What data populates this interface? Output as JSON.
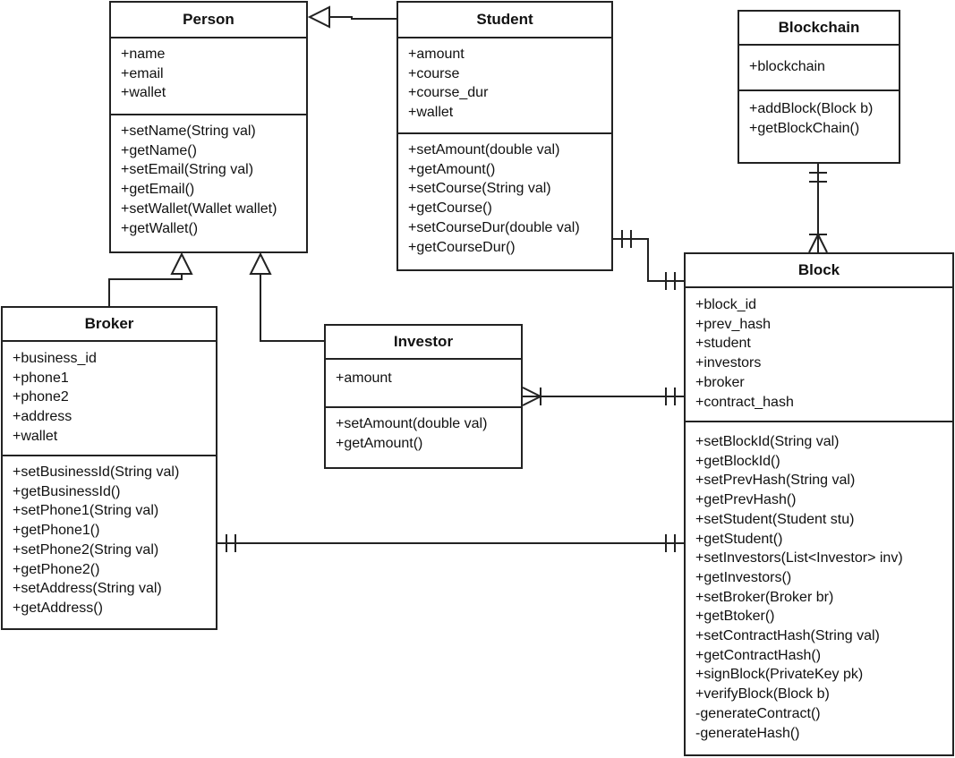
{
  "classes": {
    "person": {
      "name": "Person",
      "attributes": [
        "+name",
        "+email",
        "+wallet"
      ],
      "methods": [
        "+setName(String val)",
        "+getName()",
        "+setEmail(String val)",
        "+getEmail()",
        "+setWallet(Wallet wallet)",
        "+getWallet()"
      ]
    },
    "student": {
      "name": "Student",
      "attributes": [
        "+amount",
        "+course",
        "+course_dur",
        "+wallet"
      ],
      "methods": [
        "+setAmount(double val)",
        "+getAmount()",
        "+setCourse(String val)",
        "+getCourse()",
        "+setCourseDur(double val)",
        "+getCourseDur()"
      ]
    },
    "blockchain": {
      "name": "Blockchain",
      "attributes": [
        "+blockchain"
      ],
      "methods": [
        "+addBlock(Block b)",
        "+getBlockChain()"
      ]
    },
    "broker": {
      "name": "Broker",
      "attributes": [
        "+business_id",
        "+phone1",
        "+phone2",
        "+address",
        "+wallet"
      ],
      "methods": [
        "+setBusinessId(String val)",
        "+getBusinessId()",
        "+setPhone1(String val)",
        "+getPhone1()",
        "+setPhone2(String val)",
        "+getPhone2()",
        "+setAddress(String val)",
        "+getAddress()"
      ]
    },
    "investor": {
      "name": "Investor",
      "attributes": [
        "+amount"
      ],
      "methods": [
        "+setAmount(double val)",
        "+getAmount()"
      ]
    },
    "block": {
      "name": "Block",
      "attributes": [
        "+block_id",
        "+prev_hash",
        "+student",
        "+investors",
        "+broker",
        "+contract_hash"
      ],
      "methods": [
        "+setBlockId(String val)",
        "+getBlockId()",
        "+setPrevHash(String val)",
        "+getPrevHash()",
        "+setStudent(Student stu)",
        "+getStudent()",
        "+setInvestors(List<Investor> inv)",
        "+getInvestors()",
        "+setBroker(Broker br)",
        "+getBtoker()",
        "+setContractHash(String val)",
        "+getContractHash()",
        "+signBlock(PrivateKey pk)",
        "+verifyBlock(Block b)",
        "-generateContract()",
        "-generateHash()"
      ]
    }
  },
  "relationships": [
    {
      "type": "generalization",
      "from": "student",
      "to": "person"
    },
    {
      "type": "generalization",
      "from": "broker",
      "to": "person"
    },
    {
      "type": "generalization",
      "from": "investor",
      "to": "person"
    },
    {
      "type": "association",
      "from": "blockchain",
      "from_multiplicity": "exactly-one",
      "to": "block",
      "to_multiplicity": "one-or-many"
    },
    {
      "type": "association",
      "from": "student",
      "from_multiplicity": "exactly-one",
      "to": "block",
      "to_multiplicity": "exactly-one"
    },
    {
      "type": "association",
      "from": "investor",
      "from_multiplicity": "one-or-many",
      "to": "block",
      "to_multiplicity": "exactly-one"
    },
    {
      "type": "association",
      "from": "broker",
      "from_multiplicity": "exactly-one",
      "to": "block",
      "to_multiplicity": "exactly-one"
    }
  ],
  "colors": {
    "stroke": "#222222",
    "fill": "#ffffff",
    "text": "#111111"
  }
}
